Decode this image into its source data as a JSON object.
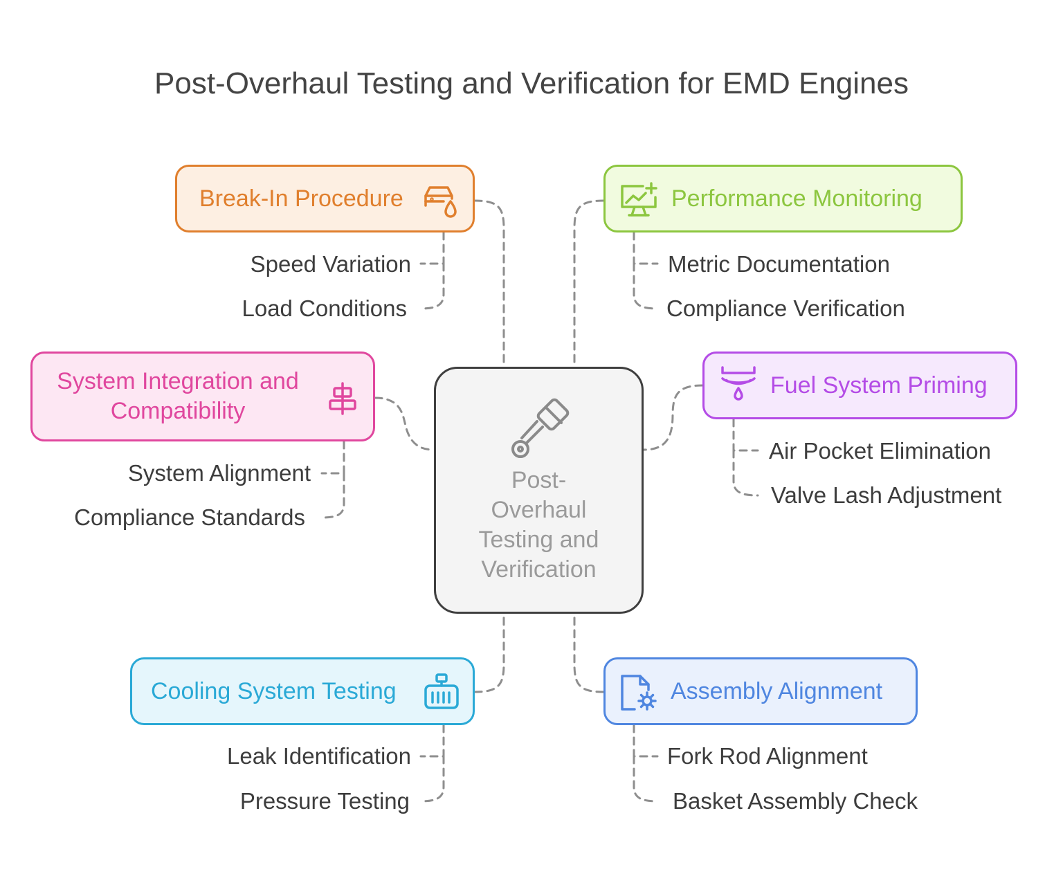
{
  "title": "Post-Overhaul Testing and Verification for EMD Engines",
  "center": {
    "label_lines": [
      "Post-",
      "Overhaul",
      "Testing and",
      "Verification"
    ],
    "icon": "piston-icon"
  },
  "nodes": {
    "break_in": {
      "label": "Break-In Procedure",
      "icon": "car-oil-icon",
      "items": [
        "Speed Variation",
        "Load Conditions"
      ],
      "color": "#e07f2d",
      "fill": "#fdefe2"
    },
    "performance": {
      "label": "Performance Monitoring",
      "icon": "monitor-chart-icon",
      "items": [
        "Metric Documentation",
        "Compliance Verification"
      ],
      "color": "#8cc63f",
      "fill": "#f1fbdf"
    },
    "integration": {
      "label_lines": [
        "System Integration and",
        "Compatibility"
      ],
      "icon": "align-center-icon",
      "items": [
        "System Alignment",
        "Compliance Standards"
      ],
      "color": "#e0479e",
      "fill": "#fde7f3"
    },
    "fuel": {
      "label": "Fuel System Priming",
      "icon": "fuel-drip-icon",
      "items": [
        "Air Pocket Elimination",
        "Valve Lash Adjustment"
      ],
      "color": "#b44ce6",
      "fill": "#f6e9fd"
    },
    "cooling": {
      "label": "Cooling System Testing",
      "icon": "radiator-icon",
      "items": [
        "Leak Identification",
        "Pressure Testing"
      ],
      "color": "#2aa9d6",
      "fill": "#e5f6fc"
    },
    "assembly": {
      "label": "Assembly Alignment",
      "icon": "file-gear-icon",
      "items": [
        "Fork Rod Alignment",
        "Basket Assembly Check"
      ],
      "color": "#4f86e0",
      "fill": "#eaf1fd"
    }
  },
  "connector_color": "#8e8e8e"
}
